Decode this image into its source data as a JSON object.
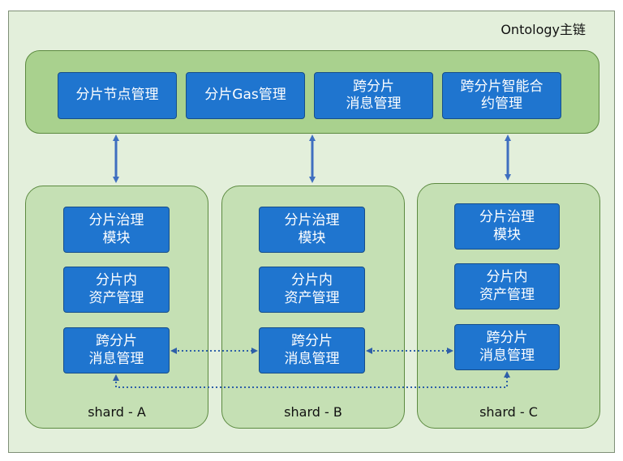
{
  "title": "Ontology主链",
  "main_chain": {
    "modules": [
      {
        "label": "分片节点管理"
      },
      {
        "label": "分片Gas管理"
      },
      {
        "label": "跨分片\n消息管理"
      },
      {
        "label": "跨分片智能合\n约管理"
      }
    ]
  },
  "shards": [
    {
      "label": "shard - A",
      "modules": [
        "分片治理\n模块",
        "分片内\n资产管理",
        "跨分片\n消息管理"
      ]
    },
    {
      "label": "shard - B",
      "modules": [
        "分片治理\n模块",
        "分片内\n资产管理",
        "跨分片\n消息管理"
      ]
    },
    {
      "label": "shard - C",
      "modules": [
        "分片治理\n模块",
        "分片内\n资产管理",
        "跨分片\n消息管理"
      ]
    }
  ],
  "colors": {
    "background": "#e3efdb",
    "main_chain": "#a9d18e",
    "shard": "#c5e0b4",
    "module": "#1f75cf",
    "arrow": "#3f6fc0"
  }
}
